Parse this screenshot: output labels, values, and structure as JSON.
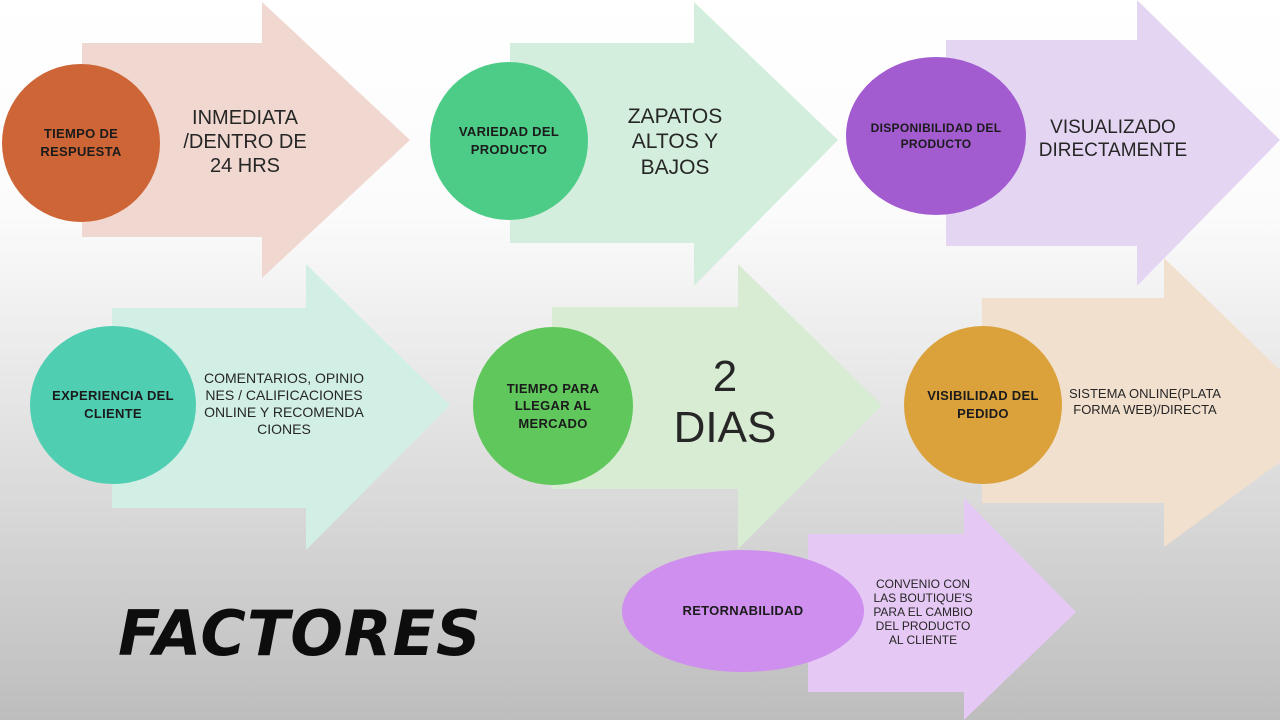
{
  "title": "FACTORES",
  "factors": [
    {
      "label": "TIEMPO DE RESPUESTA",
      "description": "INMEDIATA /DENTRO DE 24 HRS",
      "circle_color": "#ce6536",
      "arrow_color": "#f0d8d0"
    },
    {
      "label": "VARIEDAD DEL PRODUCTO",
      "description": "ZAPATOS ALTOS Y BAJOS",
      "circle_color": "#4ccc87",
      "arrow_color": "#d3eedc"
    },
    {
      "label": "DISPONIBILIDAD DEL PRODUCTO",
      "description": "VISUALIZADO DIRECTAMENTE",
      "circle_color": "#a35bd0",
      "arrow_color": "#e4d6f2"
    },
    {
      "label": "EXPERIENCIA DEL CLIENTE",
      "description": "COMENTARIOS, OPINIONES / CALIFICACIONES ONLINE Y RECOMENDACIONES",
      "circle_color": "#4fceb2",
      "arrow_color": "#d2efe5"
    },
    {
      "label": "TIEMPO PARA LLEGAR AL MERCADO",
      "description": "2 DIAS",
      "circle_color": "#5fc75b",
      "arrow_color": "#d8ecd4"
    },
    {
      "label": "VISIBILIDAD DEL PEDIDO",
      "description": "SISTEMA ONLINE(PLATAFORMA WEB)/DIRECTA",
      "circle_color": "#dba23c",
      "arrow_color": "#f2e0cf"
    },
    {
      "label": "RETORNABILIDAD",
      "description": "CONVENIO CON LAS BOUTIQUE'S PARA EL CAMBIO DEL PRODUCTO AL CLIENTE",
      "circle_color": "#cf8fee",
      "arrow_color": "#e5c8f4"
    }
  ]
}
